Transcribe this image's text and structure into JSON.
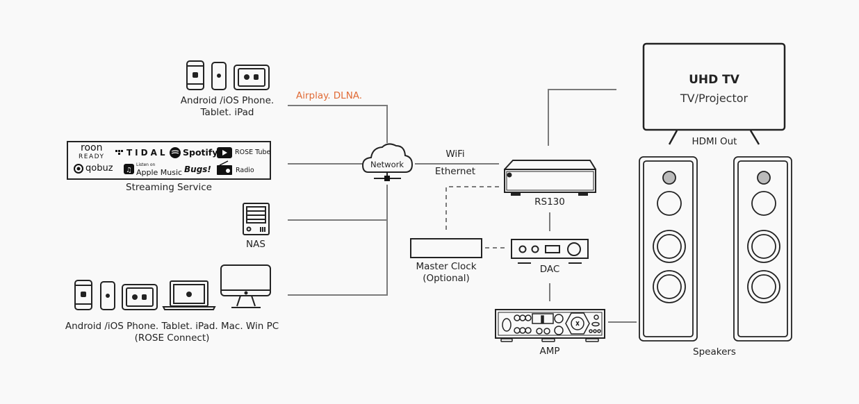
{
  "colors": {
    "background": "#f9f9f9",
    "line": "#7a7a7a",
    "outline": "#222222",
    "accent": "#e06a35"
  },
  "sources": {
    "mobile_top": {
      "icons": [
        "android-phone-icon",
        "iphone-icon",
        "tablet-icon"
      ],
      "label_line1": "Android /iOS Phone.",
      "label_line2": "Tablet. iPad"
    },
    "streaming": {
      "services": [
        {
          "name": "roon-ready",
          "line1": "roon",
          "line2": "READY"
        },
        {
          "name": "tidal",
          "label": "TIDAL"
        },
        {
          "name": "spotify",
          "label": "Spotify"
        },
        {
          "name": "rose-tube",
          "label": "ROSE Tube"
        },
        {
          "name": "qobuz",
          "label": "qobuz"
        },
        {
          "name": "apple-music",
          "small": "Listen on",
          "label": "Apple Music"
        },
        {
          "name": "bugs",
          "label": "Bugs!"
        },
        {
          "name": "radio",
          "label": "Radio"
        }
      ],
      "label": "Streaming Service"
    },
    "nas": {
      "label": "NAS"
    },
    "mobile_bottom": {
      "icons": [
        "android-phone-icon",
        "iphone-icon",
        "tablet-icon",
        "laptop-icon",
        "imac-icon"
      ],
      "label_line1": "Android /iOS Phone. Tablet. iPad. Mac. Win PC",
      "label_line2": "(ROSE Connect)"
    }
  },
  "connections": {
    "airplay": "Airplay. DLNA.",
    "wifi": "WiFi",
    "ethernet": "Ethernet",
    "hdmi": "HDMI Out"
  },
  "network": {
    "label": "Network"
  },
  "devices": {
    "rs130": "RS130",
    "master_clock_line1": "Master Clock",
    "master_clock_line2": "(Optional)",
    "dac": "DAC",
    "amp": "AMP",
    "speakers": "Speakers",
    "tv_title": "UHD TV",
    "tv_subtitle": "TV/Projector"
  }
}
